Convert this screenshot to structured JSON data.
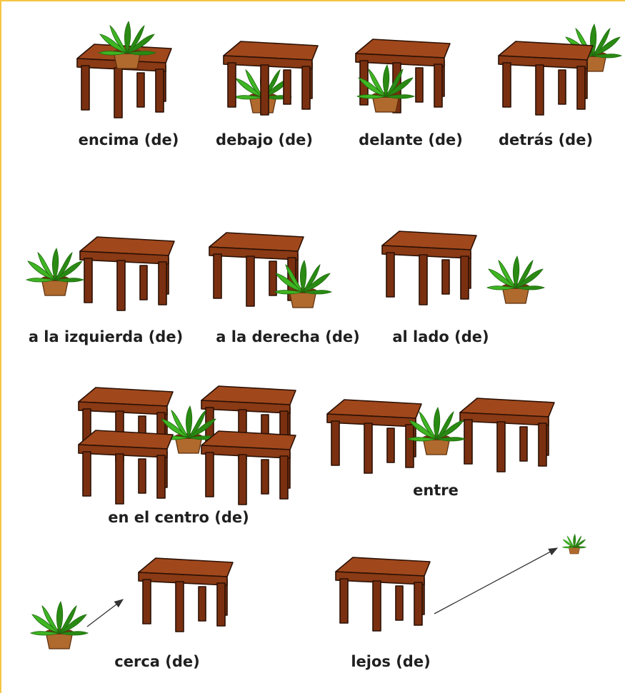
{
  "labels": {
    "encima": "encima (de)",
    "debajo": "debajo (de)",
    "delante": "delante (de)",
    "detras": "detrás (de)",
    "izquierda": "a la izquierda (de)",
    "derecha": "a la derecha (de)",
    "al_lado": "al lado (de)",
    "centro": "en el centro (de)",
    "entre": "entre",
    "cerca": "cerca (de)",
    "lejos": "lejos (de)"
  },
  "colors": {
    "frame": "#f5c542",
    "table_top": "#a0481c",
    "table_front": "#8a3a14",
    "table_leg": "#7a3010",
    "pot": "#b06a2e",
    "leaf": "#3fb523",
    "leaf_dark": "#2a8a14",
    "text": "#1f1f1f",
    "arrow": "#333333"
  }
}
